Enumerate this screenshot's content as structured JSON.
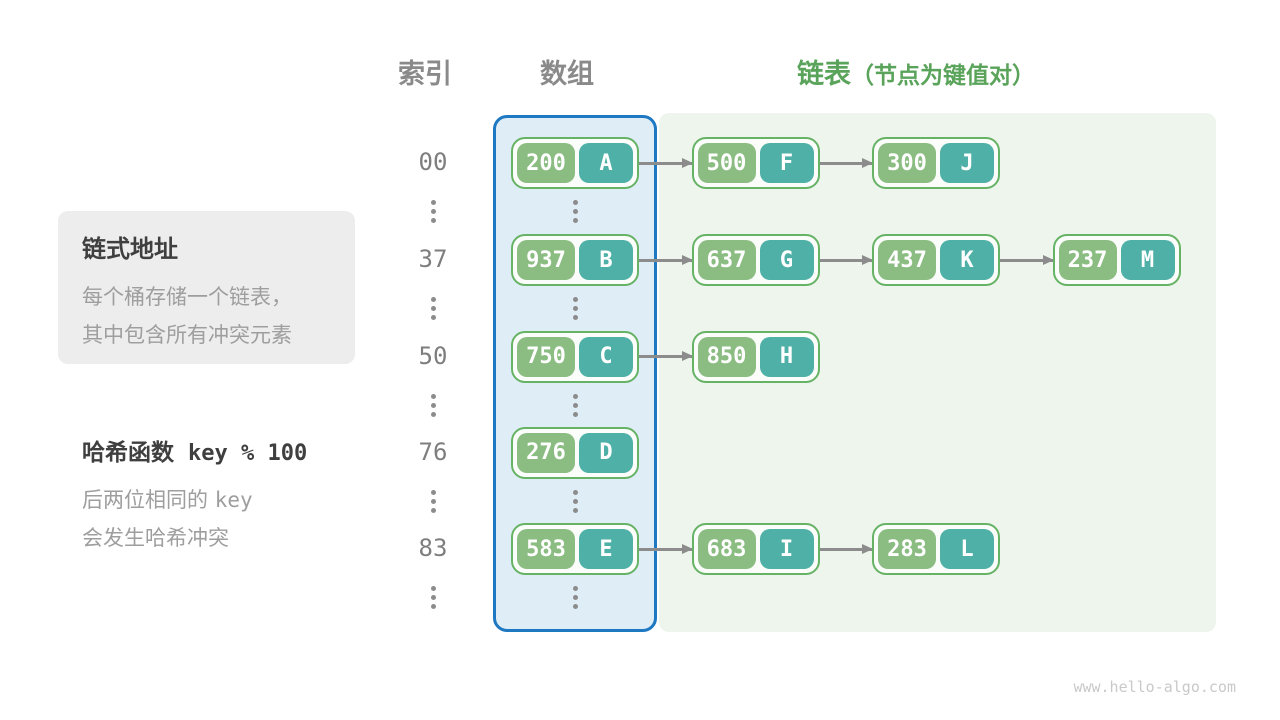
{
  "header": {
    "index_label": "索引",
    "array_label": "数组",
    "list_label": "链表",
    "list_note": "（节点为键值对）"
  },
  "notes": {
    "chaining": {
      "title": "链式地址",
      "line1": "每个桶存储一个链表，",
      "line2": "其中包含所有冲突元素"
    },
    "hash": {
      "title": "哈希函数",
      "code": "key % 100",
      "line1_prefix": "后两位相同的",
      "line1_code": "key",
      "line2": "会发生哈希冲突"
    }
  },
  "diagram": {
    "rows": [
      {
        "index": "00",
        "nodes": [
          {
            "key": "200",
            "value": "A"
          },
          {
            "key": "500",
            "value": "F"
          },
          {
            "key": "300",
            "value": "J"
          }
        ]
      },
      {
        "index": "37",
        "nodes": [
          {
            "key": "937",
            "value": "B"
          },
          {
            "key": "637",
            "value": "G"
          },
          {
            "key": "437",
            "value": "K"
          },
          {
            "key": "237",
            "value": "M"
          }
        ]
      },
      {
        "index": "50",
        "nodes": [
          {
            "key": "750",
            "value": "C"
          },
          {
            "key": "850",
            "value": "H"
          }
        ]
      },
      {
        "index": "76",
        "nodes": [
          {
            "key": "276",
            "value": "D"
          }
        ]
      },
      {
        "index": "83",
        "nodes": [
          {
            "key": "583",
            "value": "E"
          },
          {
            "key": "683",
            "value": "I"
          },
          {
            "key": "283",
            "value": "L"
          }
        ]
      }
    ]
  },
  "watermark": "www.hello-algo.com",
  "colors": {
    "key_fill": "#8BBD82",
    "value_fill": "#4EB0A6",
    "node_border": "#66B366",
    "array_bg": "#DEEDF6",
    "array_border": "#1E78C2",
    "list_bg": "#EEF5EC",
    "arrow": "#8C8C8C",
    "header_gray": "#8A8A8A",
    "header_green": "#5AA35A",
    "title_dark": "#3F3F3F",
    "body_gray": "#9E9E9E",
    "box_bg": "#EDEDED",
    "index_gray": "#7E7E7E",
    "watermark": "#C9C9C9"
  }
}
